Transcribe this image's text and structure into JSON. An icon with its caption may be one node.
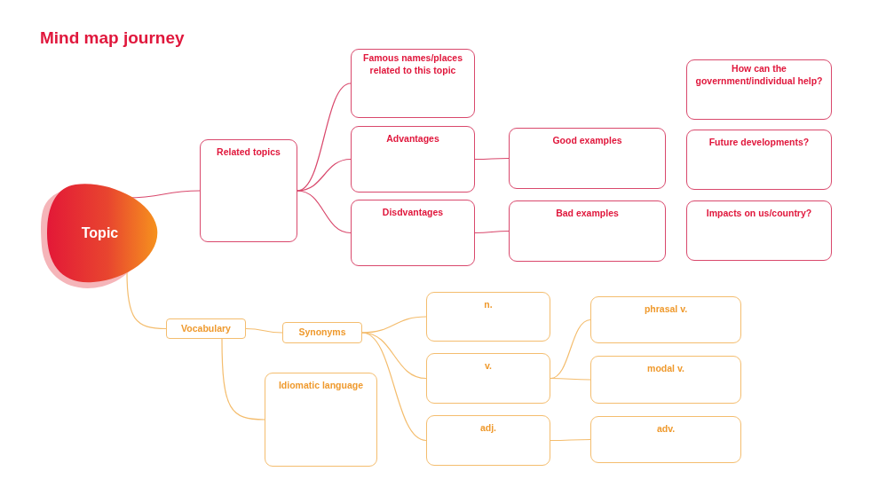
{
  "diagram": {
    "title": "Mind map journey",
    "nodes": [
      {
        "text": [
          "Topic"
        ]
      },
      {
        "text": [
          "Related topics"
        ]
      },
      {
        "text": [
          "Famous names/places related to this topic"
        ]
      },
      {
        "text": [
          "Advantages"
        ]
      },
      {
        "text": [
          "Disdvantages"
        ]
      },
      {
        "text": [
          "Good examples"
        ]
      },
      {
        "text": [
          "Bad examples"
        ]
      },
      {
        "text": [
          "How can the government/individual help?"
        ]
      },
      {
        "text": [
          "Future developments?"
        ]
      },
      {
        "text": [
          "Impacts on us/country?"
        ]
      },
      {
        "text": [
          "Vocabulary"
        ]
      },
      {
        "text": [
          "Synonyms"
        ]
      },
      {
        "text": [
          "Idiomatic language"
        ]
      },
      {
        "text": [
          "n."
        ]
      },
      {
        "text": [
          "v."
        ]
      },
      {
        "text": [
          "adj."
        ]
      },
      {
        "text": [
          "phrasal v."
        ]
      },
      {
        "text": [
          "modal v."
        ]
      },
      {
        "text": [
          "adv."
        ]
      }
    ],
    "edges": [
      {
        "from": 0,
        "to": 1,
        "arrow": "none",
        "color": "#d9486c"
      },
      {
        "from": 1,
        "to": 2,
        "arrow": "none",
        "color": "#d9486c"
      },
      {
        "from": 1,
        "to": 3,
        "arrow": "none",
        "color": "#d9486c"
      },
      {
        "from": 1,
        "to": 4,
        "arrow": "none",
        "color": "#d9486c"
      },
      {
        "from": 3,
        "to": 5,
        "arrow": "none",
        "color": "#d9486c"
      },
      {
        "from": 4,
        "to": 6,
        "arrow": "none",
        "color": "#d9486c"
      },
      {
        "from": 0,
        "to": 10,
        "arrow": "none"
      },
      {
        "from": 10,
        "to": 11,
        "arrow": "none"
      },
      {
        "from": 10,
        "to": 12,
        "arrow": "none"
      },
      {
        "from": 11,
        "to": 13,
        "arrow": "none"
      },
      {
        "from": 11,
        "to": 14,
        "arrow": "none"
      },
      {
        "from": 11,
        "to": 15,
        "arrow": "none"
      },
      {
        "from": 14,
        "to": 16,
        "arrow": "none"
      },
      {
        "from": 14,
        "to": 17,
        "arrow": "none"
      },
      {
        "from": 15,
        "to": 18,
        "arrow": "none"
      }
    ]
  }
}
